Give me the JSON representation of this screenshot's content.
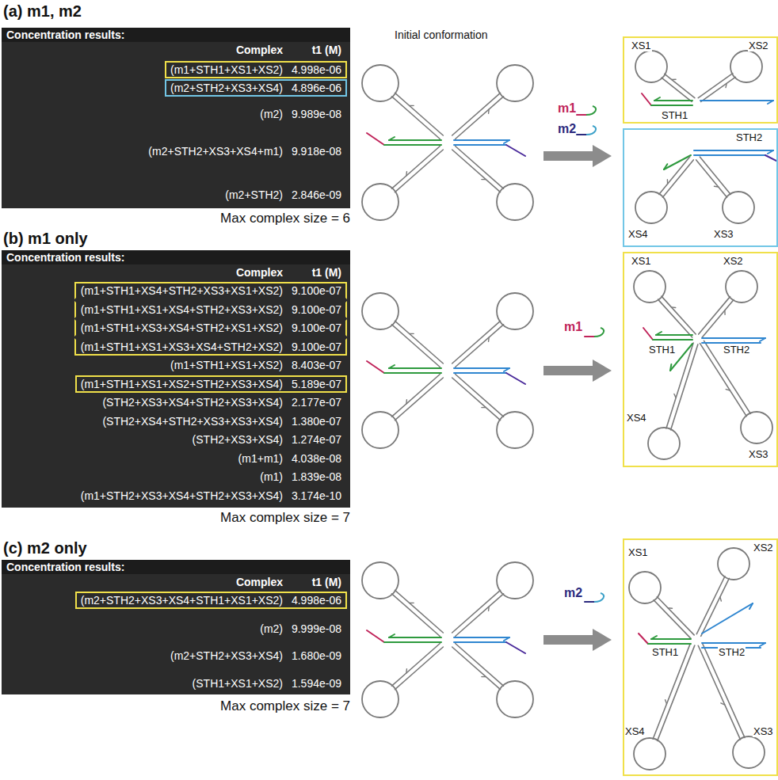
{
  "diagram": {
    "nodes": [
      {
        "text": [
          "Concentration results:",
          "Complex",
          "t1 (M)"
        ]
      },
      {
        "text": [
          "(m1+STH1+XS1+XS2)",
          "4.998e-06"
        ],
        "in": 0
      },
      {
        "text": [
          "(m2+STH2+XS3+XS4)",
          "4.896e-06"
        ],
        "in": 0
      },
      {
        "text": [
          "(m2)",
          "9.989e-08"
        ],
        "in": 0
      },
      {
        "text": [
          "(m2+STH2+XS3+XS4+m1)",
          "9.918e-08"
        ],
        "in": 0
      },
      {
        "text": [
          "(m2+STH2)",
          "2.846e-09"
        ],
        "in": 0
      },
      {
        "text": [
          "XS1",
          "XS2",
          "STH1"
        ]
      },
      {
        "text": [
          "STH2",
          "XS4",
          "XS3"
        ]
      },
      {
        "text": [
          "Concentration results:",
          "Complex",
          "t1 (M)"
        ]
      },
      {
        "text": [
          "(m1+STH1+XS4+STH2+XS3+XS1+XS2)",
          "9.100e-07"
        ],
        "in": 8
      },
      {
        "text": [
          "(m1+STH1+XS1+XS4+STH2+XS3+XS2)",
          "9.100e-07"
        ],
        "in": 8
      },
      {
        "text": [
          "(m1+STH1+XS3+XS4+STH2+XS1+XS2)",
          "9.100e-07"
        ],
        "in": 8
      },
      {
        "text": [
          "(m1+STH1+XS1+XS3+XS4+STH2+XS2)",
          "9.100e-07"
        ],
        "in": 8
      },
      {
        "text": [
          "(m1+STH1+XS1+XS2)",
          "8.403e-07"
        ],
        "in": 8
      },
      {
        "text": [
          "(m1+STH1+XS1+XS2+STH2+XS3+XS4)",
          "5.189e-07"
        ],
        "in": 8
      },
      {
        "text": [
          "(STH2+XS3+XS4+STH2+XS3+XS4)",
          "2.177e-07"
        ],
        "in": 8
      },
      {
        "text": [
          "(STH2+XS4+STH2+XS3+XS3+XS4)",
          "1.380e-07"
        ],
        "in": 8
      },
      {
        "text": [
          "(STH2+XS3+XS4)",
          "1.274e-07"
        ],
        "in": 8
      },
      {
        "text": [
          "(m1+m1)",
          "4.038e-08"
        ],
        "in": 8
      },
      {
        "text": [
          "(m1)",
          "1.839e-08"
        ],
        "in": 8
      },
      {
        "text": [
          "(m1+STH2+XS3+XS4+STH2+XS3+XS4)",
          "3.174e-10"
        ],
        "in": 8
      },
      {
        "text": [
          "XS1",
          "XS2",
          "STH1",
          "STH2",
          "XS4",
          "XS3"
        ]
      },
      {
        "text": [
          "Concentration results:",
          "Complex",
          "t1 (M)"
        ]
      },
      {
        "text": [
          "(m2+STH2+XS3+XS4+STH1+XS1+XS2)",
          "4.998e-06"
        ],
        "in": 22
      },
      {
        "text": [
          "(m2)",
          "9.999e-08"
        ],
        "in": 22
      },
      {
        "text": [
          "(m2+STH2+XS3+XS4)",
          "1.680e-09"
        ],
        "in": 22
      },
      {
        "text": [
          "(STH1+XS1+XS2)",
          "1.594e-09"
        ],
        "in": 22
      },
      {
        "text": [
          "XS1",
          "XS2",
          "STH1",
          "STH2",
          "XS4",
          "XS3"
        ]
      }
    ],
    "labels": [
      "(a) m1, m2",
      "Max complex size = 6",
      "Initial conformation",
      "m1",
      "m2",
      "(b) m1 only",
      "Max complex size = 7",
      "m1",
      "(c) m2 only",
      "Max complex size = 7",
      "m2"
    ]
  }
}
